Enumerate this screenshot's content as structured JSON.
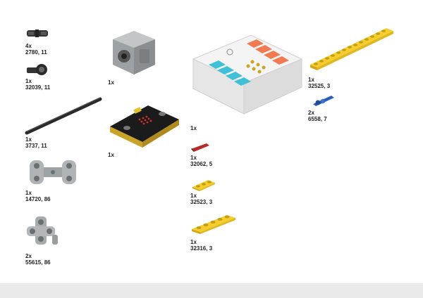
{
  "parts": [
    {
      "id": "connector-peg",
      "qty": "4x",
      "code": "2780, 11"
    },
    {
      "id": "peg-connector",
      "qty": "1x",
      "code": "32039, 11"
    },
    {
      "id": "axle-long",
      "qty": "1x",
      "code": "3737, 11"
    },
    {
      "id": "h-frame",
      "qty": "1x",
      "code": "14720, 86"
    },
    {
      "id": "cross-block",
      "qty": "2x",
      "code": "55615, 86"
    },
    {
      "id": "servo-motor",
      "qty": "1x",
      "code": ""
    },
    {
      "id": "microbit",
      "qty": "1x",
      "code": ""
    },
    {
      "id": "nezha-controller",
      "qty": "1x",
      "code": ""
    },
    {
      "id": "axle-red",
      "qty": "1x",
      "code": "32062, 5"
    },
    {
      "id": "beam-3-yellow",
      "qty": "1x",
      "code": "32523, 3"
    },
    {
      "id": "beam-5-yellow",
      "qty": "1x",
      "code": "32316, 3"
    },
    {
      "id": "beam-15-yellow",
      "qty": "1x",
      "code": "32525, 3"
    },
    {
      "id": "blue-peg",
      "qty": "2x",
      "code": "6558, 7"
    }
  ],
  "colors": {
    "yellow": "#f5cd2f",
    "dark_gray": "#3a3a3a",
    "light_gray": "#a8acad",
    "red": "#b52a24",
    "blue": "#2a5fb8",
    "microbit_black": "#1b1b1b",
    "microbit_gold": "#c9a227",
    "nezha_white": "#f4f4f4",
    "nezha_orange": "#f07a52",
    "nezha_cyan": "#3ec1d6"
  }
}
